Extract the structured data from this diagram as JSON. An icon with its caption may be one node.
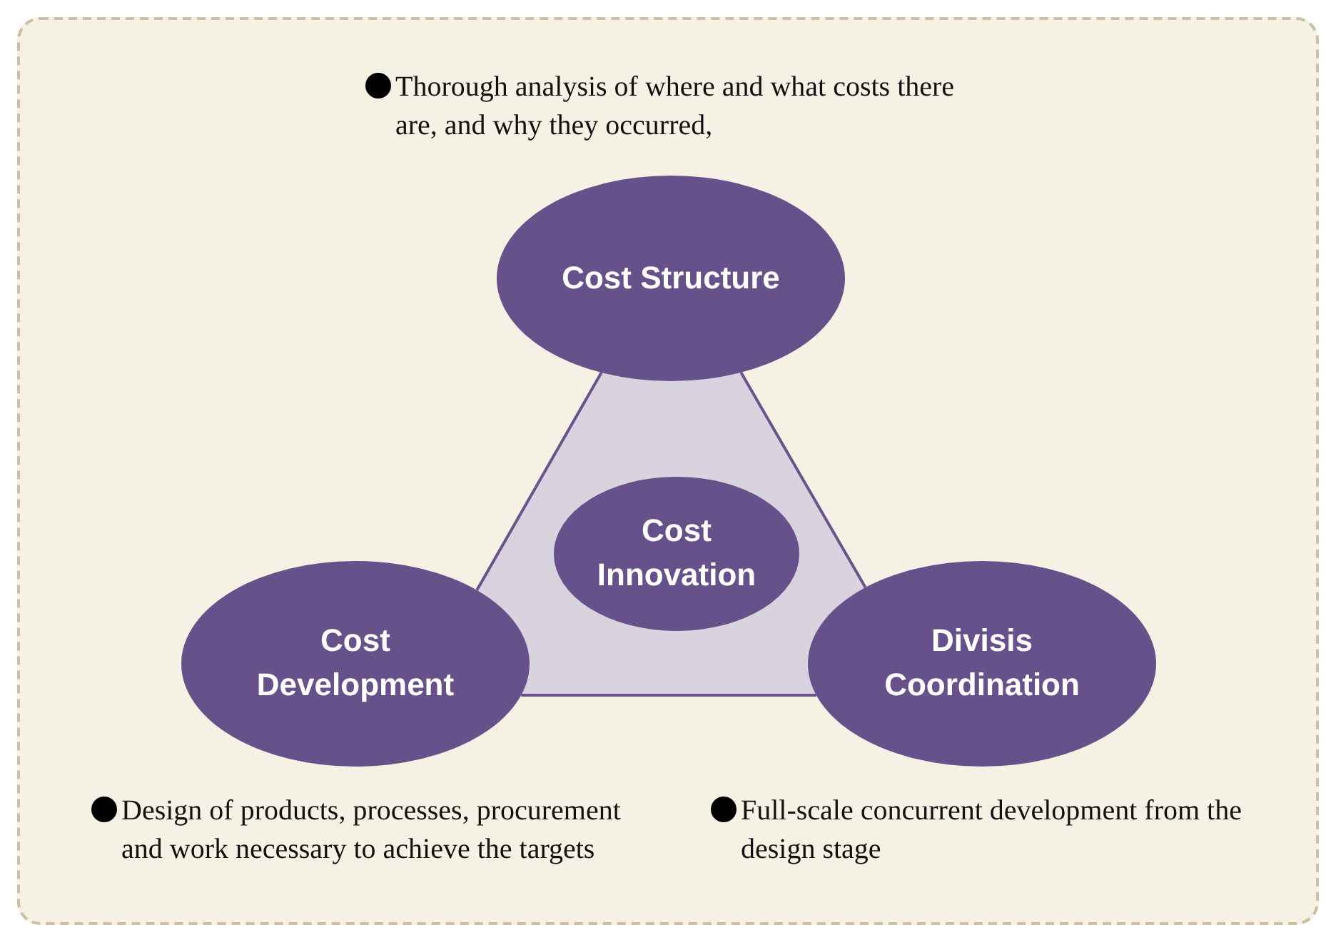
{
  "diagram": {
    "nodes": [
      {
        "text": [
          "Cost Structure"
        ],
        "beside": [
          "Thorough analysis of where and what costs there are, and why they occurred,"
        ]
      },
      {
        "text": [
          "Cost Innovation"
        ]
      },
      {
        "text": [
          "Cost Development"
        ],
        "beside": [
          "Design of products, processes, procurement and work necessary to achieve the targets"
        ]
      },
      {
        "text": [
          "Divisis Coordination"
        ],
        "beside": [
          "Full-scale concurrent development from the design stage"
        ]
      }
    ],
    "edges": [
      {
        "from": 0,
        "to": 2,
        "arrow": "none"
      },
      {
        "from": 0,
        "to": 3,
        "arrow": "none"
      },
      {
        "from": 2,
        "to": 3,
        "arrow": "none"
      }
    ]
  }
}
